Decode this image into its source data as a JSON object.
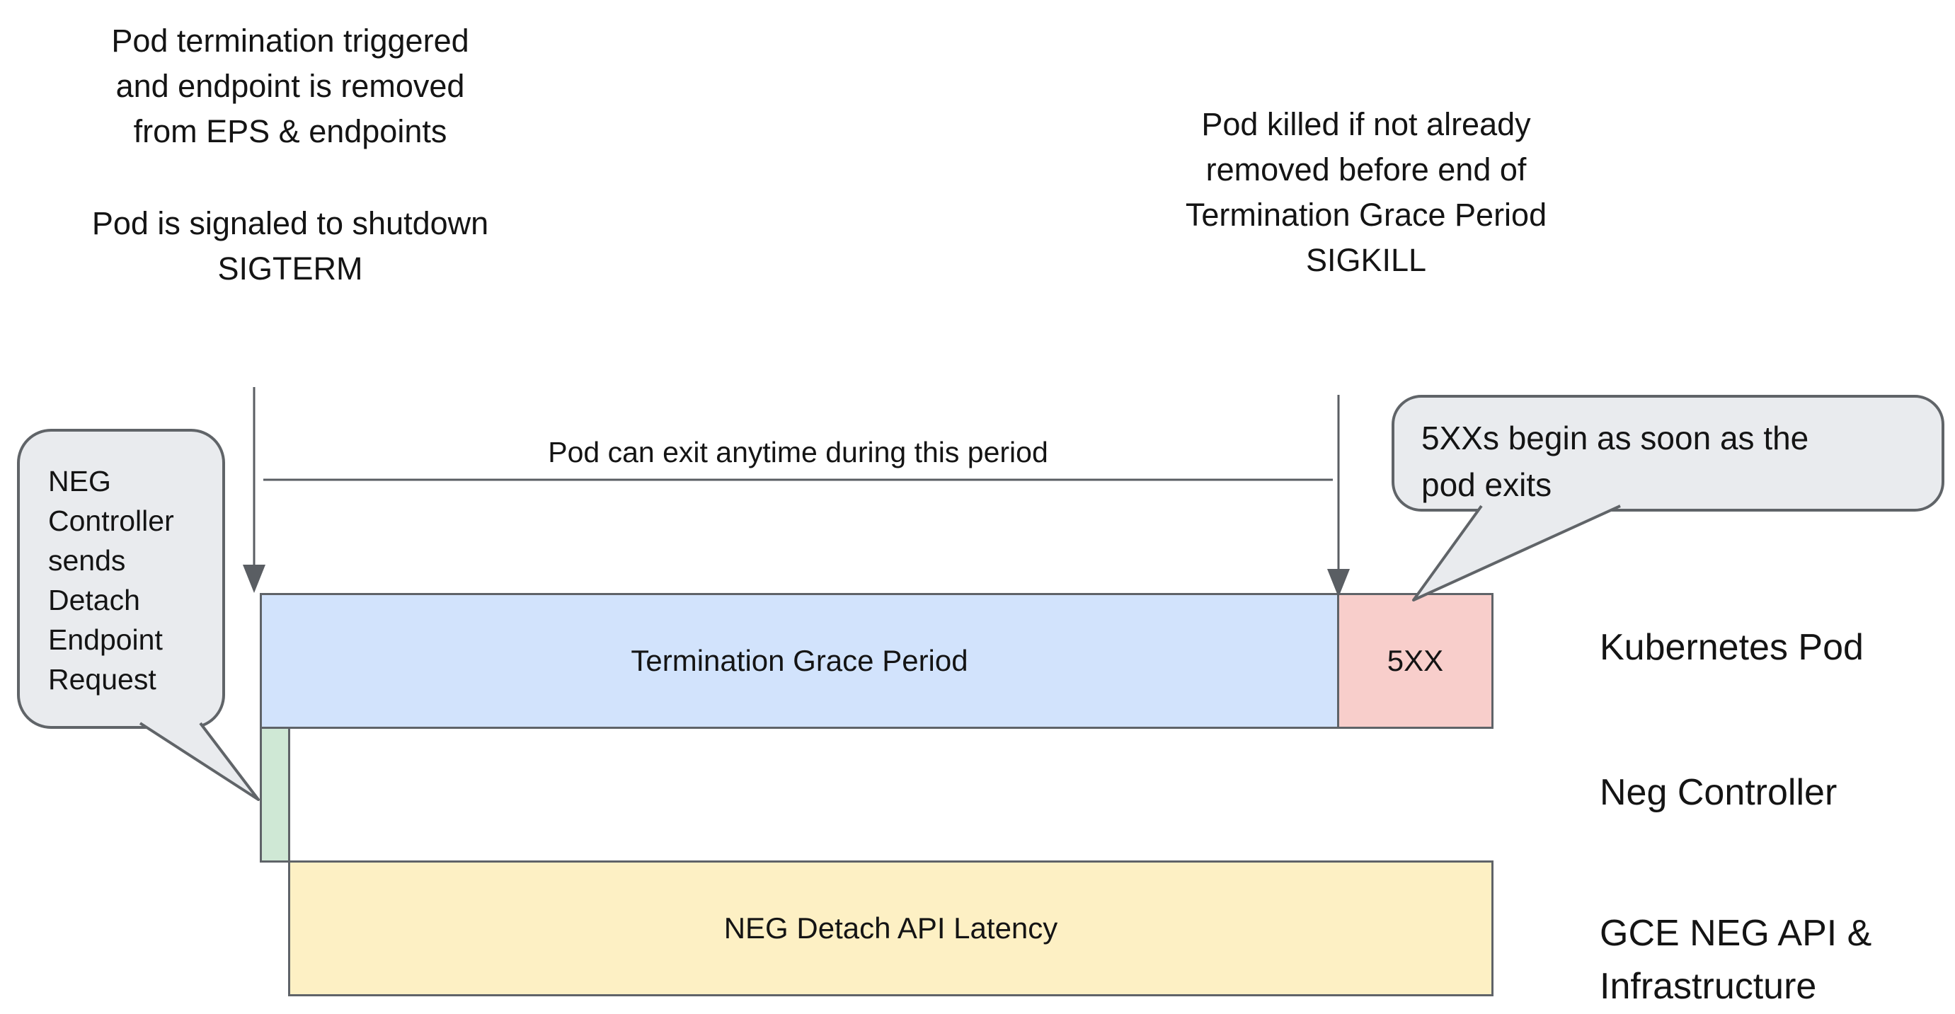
{
  "annotations": {
    "pod_termination": "Pod termination triggered\nand endpoint is removed\nfrom EPS & endpoints",
    "pod_signaled": "Pod is signaled to shutdown\nSIGTERM",
    "pod_killed": "Pod killed if not already\nremoved before end of\nTermination Grace Period\nSIGKILL",
    "exit_period": "Pod can exit anytime during this period"
  },
  "callouts": {
    "neg_controller": "NEG\nController\nsends\nDetach\nEndpoint\nRequest",
    "five_xx": "5XXs begin as soon as the\npod exits"
  },
  "timeline": {
    "grace_period_label": "Termination Grace Period",
    "five_xx_label": "5XX",
    "neg_detach_label": "NEG Detach API Latency"
  },
  "lanes": [
    "Kubernetes Pod",
    "Neg Controller",
    "GCE NEG API &\nInfrastructure"
  ],
  "colors": {
    "grace_fill": "#d2e3fc",
    "five_xx_fill": "#f8cecb",
    "neg_controller_fill": "#cfe8d5",
    "neg_detach_fill": "#fdf0c4",
    "bar_border": "#5f6368",
    "bubble_fill": "#e9ebee",
    "bubble_border": "#606468",
    "arrow": "#5a5e63"
  }
}
